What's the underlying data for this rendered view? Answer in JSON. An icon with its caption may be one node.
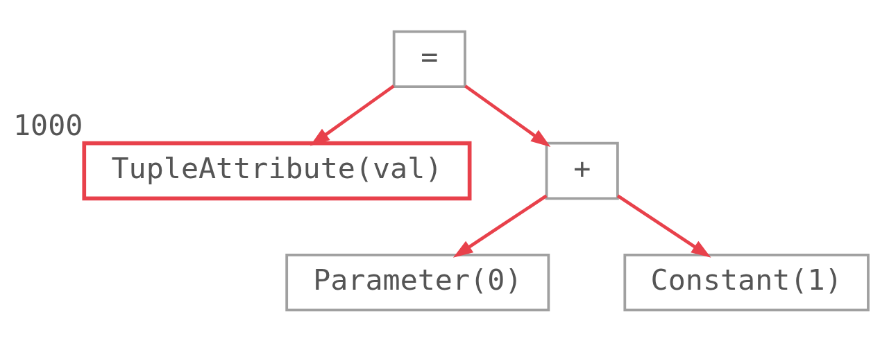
{
  "diagram": {
    "nodes": [
      {
        "text": [
          "="
        ]
      },
      {
        "text": [
          "TupleAttribute(val)"
        ],
        "beside": [
          "1000"
        ]
      },
      {
        "text": [
          "+"
        ]
      },
      {
        "text": [
          "Parameter(0)"
        ]
      },
      {
        "text": [
          "Constant(1)"
        ]
      }
    ],
    "edges": [
      {
        "from": 0,
        "to": 1,
        "arrow": "to"
      },
      {
        "from": 0,
        "to": 2,
        "arrow": "to"
      },
      {
        "from": 2,
        "to": 3,
        "arrow": "to"
      },
      {
        "from": 2,
        "to": 4,
        "arrow": "to"
      }
    ]
  }
}
